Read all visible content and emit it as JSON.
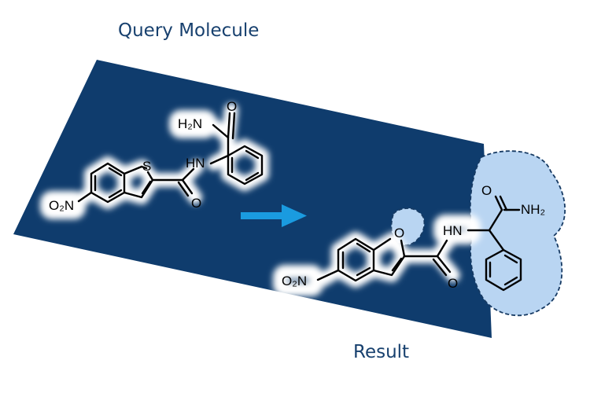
{
  "labels": {
    "query_title": "Query Molecule",
    "result_title": "Result"
  },
  "query_atoms": {
    "amide_nh2": "H₂N",
    "amide_o": "O",
    "sulfur": "S",
    "hn": "HN",
    "carbonyl_o": "O",
    "nitro": "O₂N"
  },
  "result_atoms": {
    "oxygen": "O",
    "hn": "HN",
    "carbonyl_o": "O",
    "nitro": "O₂N",
    "amide_o": "O",
    "amide_nh2": "NH₂"
  },
  "colors": {
    "panel": "#0f3c6d",
    "arrow": "#1a9be0",
    "highlight_fill": "#b9d5f2",
    "highlight_stroke": "#163a63",
    "caption": "#17406e"
  },
  "icons": {
    "transform_arrow": "arrow-right-icon"
  }
}
